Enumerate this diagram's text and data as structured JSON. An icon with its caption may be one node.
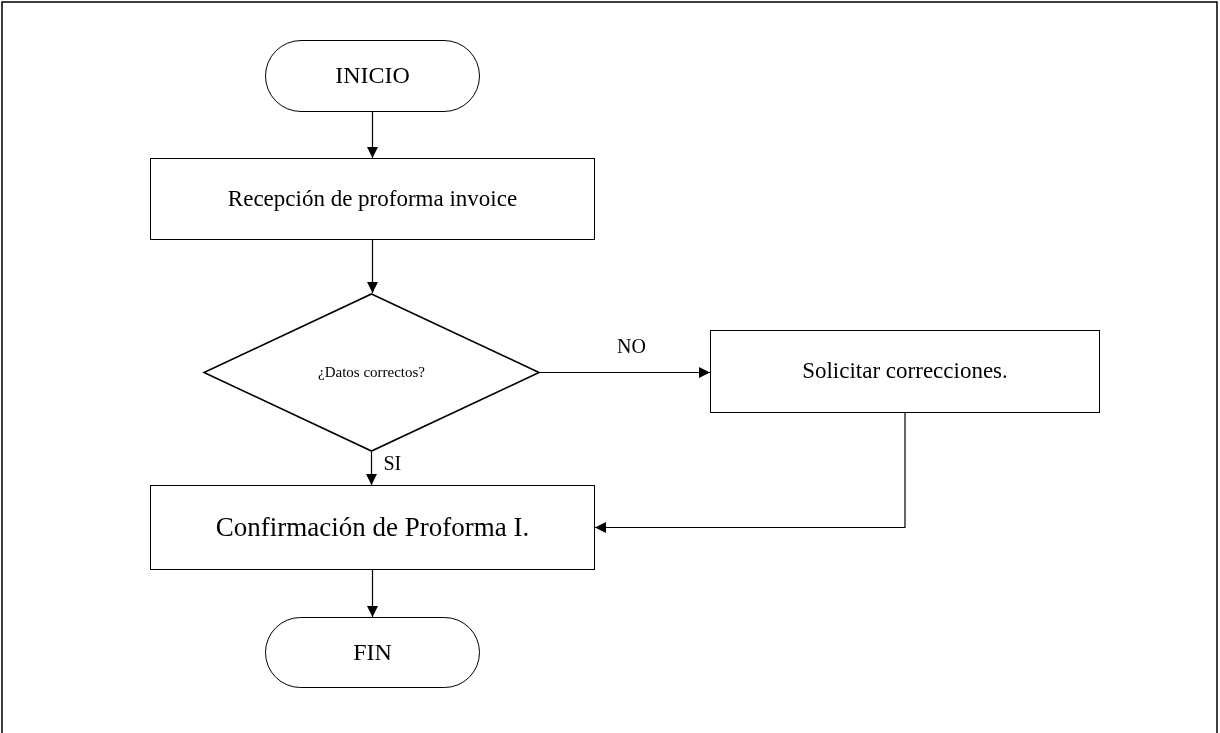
{
  "diagram": {
    "nodes": [
      {
        "text": [
          "INICIO"
        ]
      },
      {
        "text": [
          "Recepción de proforma invoice"
        ]
      },
      {
        "text": [
          "¿Datos correctos?"
        ]
      },
      {
        "text": [
          "Solicitar correcciones."
        ]
      },
      {
        "text": [
          "Confirmación de Proforma I."
        ]
      },
      {
        "text": [
          "FIN"
        ]
      }
    ],
    "edges": [
      {
        "from": 0,
        "to": 1,
        "arrow": "to"
      },
      {
        "from": 1,
        "to": 2,
        "arrow": "to"
      },
      {
        "from": 2,
        "to": 3,
        "arrow": "to",
        "label": "NO"
      },
      {
        "from": 2,
        "to": 4,
        "arrow": "to",
        "label": "SI"
      },
      {
        "from": 3,
        "to": 4,
        "arrow": "to"
      },
      {
        "from": 4,
        "to": 5,
        "arrow": "to"
      }
    ]
  }
}
